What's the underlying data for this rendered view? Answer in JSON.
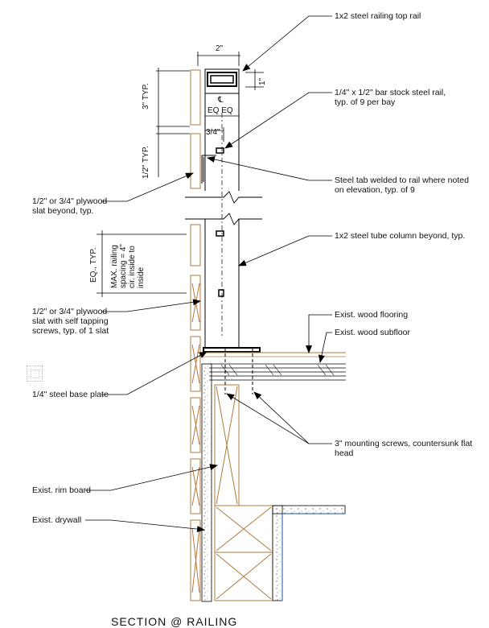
{
  "labels": {
    "top_rail": "1x2 steel railing top rail",
    "bar_rail": "1/4\" x 1/2\" bar stock steel rail,\ntyp. of 9 per bay",
    "steel_tab": "Steel tab welded to rail where noted\non elevation, typ. of 9",
    "plywood_beyond": "1/2\" or 3/4\" plywood\nslat beyond, typ.",
    "tube_column": "1x2 steel tube column beyond, typ.",
    "plywood_screws": "1/2\" or 3/4\" plywood\nslat with self tapping\nscrews, typ. of 1 slat",
    "wood_flooring": "Exist. wood flooring",
    "wood_subfloor": "Exist. wood subfloor",
    "base_plate": "1/4\" steel base plate",
    "mounting_screws": "3\" mounting screws, countersunk flat\nhead",
    "rim_board": "Exist. rim board",
    "drywall": "Exist. drywall",
    "title": "SECTION @ RAILING"
  },
  "dimensions": {
    "width_2in": "2\"",
    "height_1in": "1\"",
    "three_typ": "3\" TYP.",
    "half_typ": "1/2\" TYP.",
    "three_quarter": "3/4\"",
    "eq_eq": "EQ EQ",
    "centerline": "℄",
    "eq_typ": "EQ., TYP.",
    "max_spacing": "MAX. railing\nspacing = 4\"\ncir. inside to\ninside"
  }
}
